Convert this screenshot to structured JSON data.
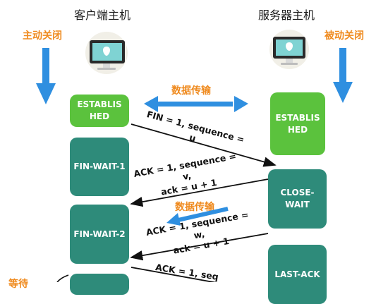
{
  "client": {
    "title": "客户端主机",
    "action": "主动关闭"
  },
  "server": {
    "title": "服务器主机",
    "action": "被动关闭"
  },
  "transfer_label": "数据传输",
  "client_states": [
    "ESTABLIS\nHED",
    "FIN-WAIT-1",
    "FIN-WAIT-2",
    ""
  ],
  "server_states": [
    "ESTABLIS\nHED",
    "CLOSE-\nWAIT",
    "LAST-ACK"
  ],
  "messages": [
    "FIN = 1, sequence = u",
    "ACK = 1, sequence = v,\nack = u + 1",
    "ACK = 1, sequence = w,\nack = u + 1",
    "ACK = 1, seq"
  ],
  "partial_label": "等待",
  "icons": {
    "monitor_client": "monitor-icon",
    "monitor_server": "monitor-icon"
  },
  "colors": {
    "accent_orange": "#ef8a1e",
    "arrow_blue": "#2f8fe0",
    "state_green": "#5bc23d",
    "state_teal": "#2e8b7a"
  }
}
